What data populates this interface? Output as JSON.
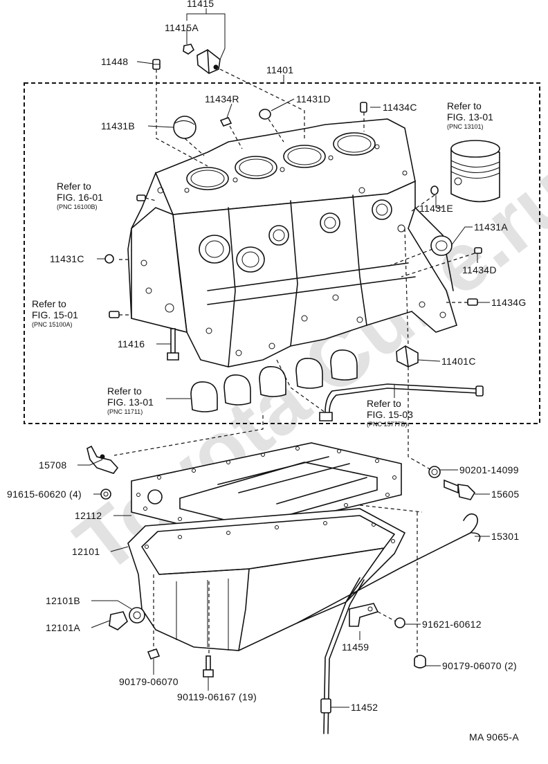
{
  "watermark": "Toyota Cube.ru",
  "figure_id": "MA 9065-A",
  "labels": {
    "p11415": "11415",
    "p11415A": "11415A",
    "p11448": "11448",
    "p11401": "11401",
    "p11434R": "11434R",
    "p11431D": "11431D",
    "p11434C": "11434C",
    "p11431B": "11431B",
    "p11431E": "11431E",
    "p11431A": "11431A",
    "p11434D": "11434D",
    "p11431C": "11431C",
    "p11434G": "11434G",
    "p11416": "11416",
    "p11401C": "11401C",
    "p15708": "15708",
    "p91615": "91615-60620 (4)",
    "p90201": "90201-14099",
    "p15605": "15605",
    "p12112": "12112",
    "p15301": "15301",
    "p12101": "12101",
    "p12101B": "12101B",
    "p12101A": "12101A",
    "p91621": "91621-60612",
    "p11459": "11459",
    "p90179a": "90179-06070",
    "p90179b": "90179-06070 (2)",
    "p90119": "90119-06167 (19)",
    "p11452": "11452"
  },
  "refs": {
    "fig1301_top": {
      "line1": "Refer to",
      "line2": "FIG. 13-01",
      "pnc": "(PNC 13101)"
    },
    "fig1601": {
      "line1": "Refer to",
      "line2": "FIG. 16-01",
      "pnc": "(PNC 16100B)"
    },
    "fig1501": {
      "line1": "Refer to",
      "line2": "FIG. 15-01",
      "pnc": "(PNC 15100A)"
    },
    "fig1301_bot": {
      "line1": "Refer to",
      "line2": "FIG. 13-01",
      "pnc": "(PNC 11711)"
    },
    "fig1503": {
      "line1": "Refer to",
      "line2": "FIG. 15-03",
      "pnc": "(PNC 15777B)"
    }
  }
}
